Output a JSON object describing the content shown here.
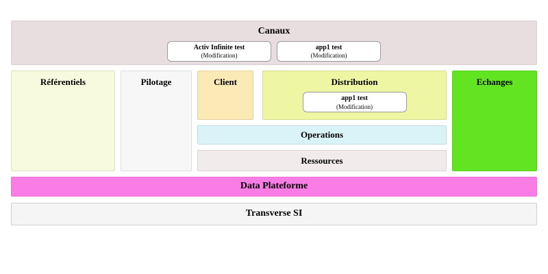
{
  "sections": {
    "canaux": {
      "label": "Canaux",
      "apps": [
        {
          "name": "Activ Infinite test",
          "sub": "(Modification)"
        },
        {
          "name": "app1 test",
          "sub": "(Modification)"
        }
      ]
    },
    "referentiels": {
      "label": "Référentiels"
    },
    "pilotage": {
      "label": "Pilotage"
    },
    "client": {
      "label": "Client"
    },
    "distribution": {
      "label": "Distribution",
      "apps": [
        {
          "name": "app1 test",
          "sub": "(Modification)"
        }
      ]
    },
    "operations": {
      "label": "Operations"
    },
    "ressources": {
      "label": "Ressources"
    },
    "echanges": {
      "label": "Echanges"
    },
    "data_plateforme": {
      "label": "Data Plateforme"
    },
    "transverse_si": {
      "label": "Transverse SI"
    }
  },
  "colors": {
    "canaux": "#e9dedf",
    "referentiels": "#f8fade",
    "pilotage": "#f7f7f7",
    "client": "#fbe9b6",
    "distribution": "#eff6a3",
    "operations": "#daf3f9",
    "ressources": "#f2ebeb",
    "echanges": "#62e423",
    "data_plateforme": "#f97de4",
    "transverse_si": "#f5f5f5",
    "app_box_bg": "#ffffff",
    "app_box_border": "#9a9a9a"
  }
}
